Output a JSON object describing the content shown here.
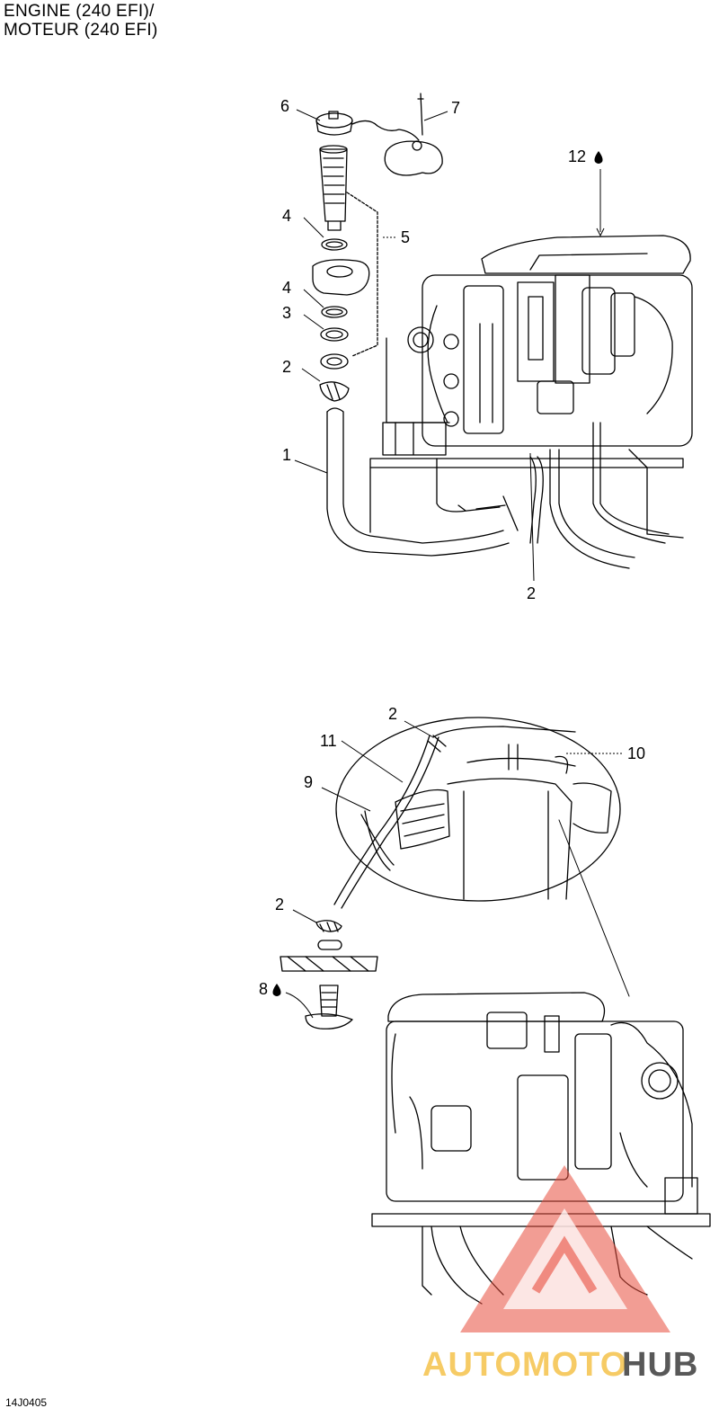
{
  "header": {
    "title_line1": "ENGINE (240 EFI)/",
    "title_line2": "MOTEUR (240 EFI)"
  },
  "figure_id": "14J0405",
  "callouts": {
    "c1": "1",
    "c2a": "2",
    "c2b": "2",
    "c2c": "2",
    "c2d": "2",
    "c3": "3",
    "c4a": "4",
    "c4b": "4",
    "c5": "5",
    "c6": "6",
    "c7": "7",
    "c8": "8",
    "c9": "9",
    "c10": "10",
    "c11": "11",
    "c12": "12"
  },
  "watermark": {
    "part1": "AUTOMOTO",
    "part2": "HUB",
    "colors": {
      "part1": "#f5c24b",
      "part2": "#3c3c3c",
      "triangle": "#e84c3d"
    }
  }
}
